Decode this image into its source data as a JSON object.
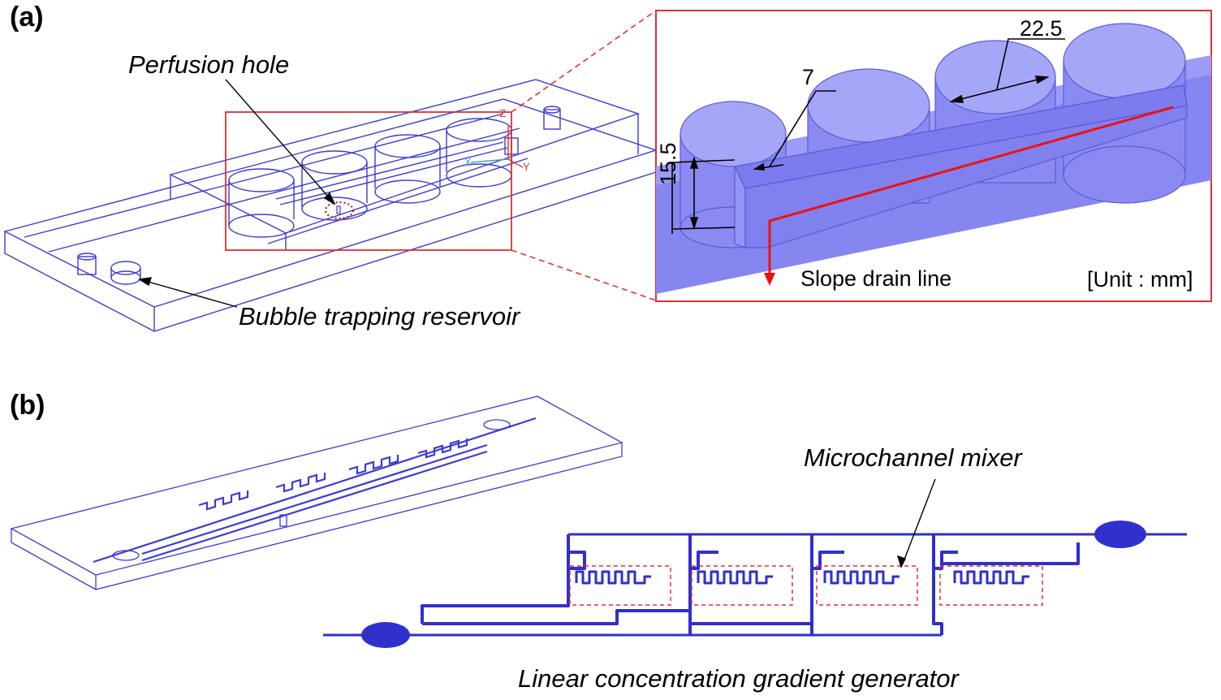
{
  "panels": {
    "a": {
      "label": "(a)",
      "callouts": {
        "perfusion_hole": "Perfusion hole",
        "bubble_reservoir": "Bubble trapping reservoir"
      },
      "axis_letters": {
        "z": "Z",
        "x": "X",
        "y": "Y"
      },
      "zoom": {
        "dimensions": {
          "d1": "22.5",
          "d2": "7",
          "d3": "15.5"
        },
        "drain_label": "Slope drain line",
        "unit_label": "[Unit : mm]"
      }
    },
    "b": {
      "label": "(b)",
      "callouts": {
        "mixer": "Microchannel mixer",
        "generator": "Linear concentration gradient generator"
      }
    }
  },
  "colors": {
    "wire": "#3b3bd6",
    "channel": "#2f2fcf",
    "highlight_box": "#e03030",
    "solid_fill": "#8a8af2",
    "drain_line": "#ee1111"
  }
}
